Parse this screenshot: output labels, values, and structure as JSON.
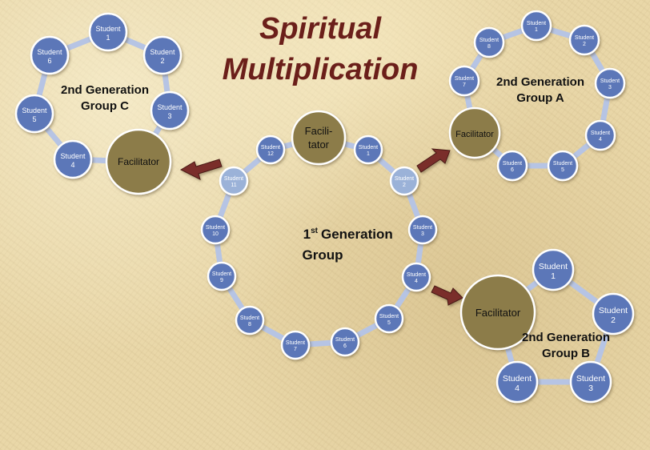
{
  "title": {
    "line1": "Spiritual",
    "line2": "Multiplication"
  },
  "colors": {
    "title": "#6b1f1a",
    "student": "#5b77b8",
    "student_light": "#9bb2d8",
    "facilitator": "#8c7c4a",
    "ring": "#b6c4e4",
    "arrow": "#7a2e2a"
  },
  "first_generation": {
    "label_main": "Generation",
    "label_ordinal": "1",
    "label_sup": "st",
    "label_group": "Group",
    "facilitator_label_1": "Facili-",
    "facilitator_label_2": "tator",
    "students": [
      {
        "word": "Student",
        "num": "1"
      },
      {
        "word": "Student",
        "num": "2"
      },
      {
        "word": "Student",
        "num": "3"
      },
      {
        "word": "Student",
        "num": "4"
      },
      {
        "word": "Student",
        "num": "5"
      },
      {
        "word": "Student",
        "num": "6"
      },
      {
        "word": "Student",
        "num": "7"
      },
      {
        "word": "Student",
        "num": "8"
      },
      {
        "word": "Student",
        "num": "9"
      },
      {
        "word": "Student",
        "num": "10"
      },
      {
        "word": "Student",
        "num": "11"
      },
      {
        "word": "Student",
        "num": "12"
      }
    ]
  },
  "group_a": {
    "label_line1": "2nd Generation",
    "label_line2": "Group A",
    "facilitator_label": "Facilitator",
    "students": [
      {
        "word": "Student",
        "num": "1"
      },
      {
        "word": "Student",
        "num": "2"
      },
      {
        "word": "Student",
        "num": "3"
      },
      {
        "word": "Student",
        "num": "4"
      },
      {
        "word": "Student",
        "num": "5"
      },
      {
        "word": "Student",
        "num": "6"
      },
      {
        "word": "Student",
        "num": "7"
      },
      {
        "word": "Student",
        "num": "8"
      }
    ]
  },
  "group_b": {
    "label_line1": "2nd Generation",
    "label_line2": "Group B",
    "facilitator_label": "Facilitator",
    "students": [
      {
        "word": "Student",
        "num": "1"
      },
      {
        "word": "Student",
        "num": "2"
      },
      {
        "word": "Student",
        "num": "3"
      },
      {
        "word": "Student",
        "num": "4"
      }
    ]
  },
  "group_c": {
    "label_line1": "2nd Generation",
    "label_line2": "Group C",
    "facilitator_label": "Facilitator",
    "students": [
      {
        "word": "Student",
        "num": "1"
      },
      {
        "word": "Student",
        "num": "2"
      },
      {
        "word": "Student",
        "num": "3"
      },
      {
        "word": "Student",
        "num": "4"
      },
      {
        "word": "Student",
        "num": "5"
      },
      {
        "word": "Student",
        "num": "6"
      }
    ]
  }
}
